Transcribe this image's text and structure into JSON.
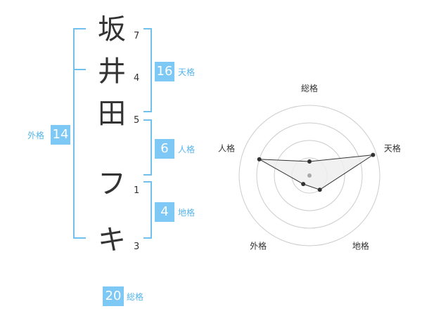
{
  "name": {
    "chars": [
      {
        "char": "坂",
        "strokes": "7"
      },
      {
        "char": "井",
        "strokes": "4"
      },
      {
        "char": "田",
        "strokes": "5"
      },
      {
        "char": "フ",
        "strokes": "1"
      },
      {
        "char": "キ",
        "strokes": "3"
      }
    ]
  },
  "kaku": {
    "tenkaku": {
      "value": "16",
      "label": "天格"
    },
    "jinkaku": {
      "value": "6",
      "label": "人格"
    },
    "chikaku": {
      "value": "4",
      "label": "地格"
    },
    "gaikaku": {
      "value": "14",
      "label": "外格"
    },
    "soukaku": {
      "value": "20",
      "label": "総格"
    }
  },
  "radar": {
    "axes": [
      "総格",
      "天格",
      "地格",
      "外格",
      "人格"
    ],
    "values": [
      0.2,
      0.95,
      0.25,
      0.15,
      0.75
    ],
    "colors": {
      "fill": "#efefef",
      "stroke": "#333333",
      "grid": "#cccccc",
      "center": "#aaaaaa"
    }
  }
}
